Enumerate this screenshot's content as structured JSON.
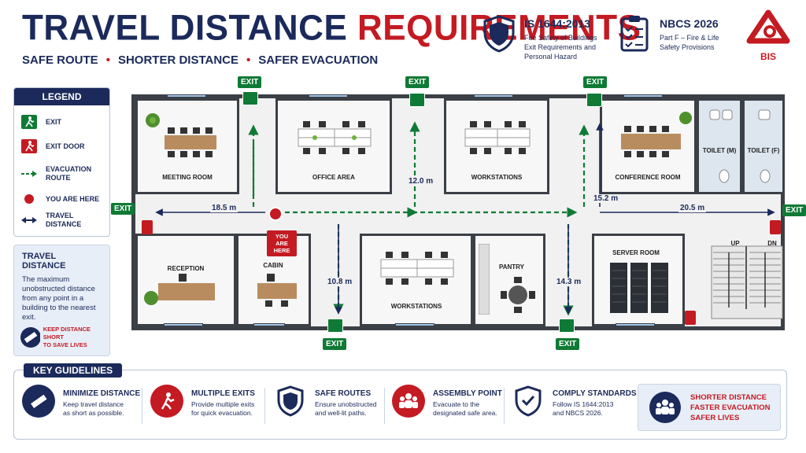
{
  "header": {
    "title_part1": "TRAVEL DISTANCE ",
    "title_part2": "REQUIREMENTS",
    "subtitle": [
      "SAFE ROUTE",
      "SHORTER DISTANCE",
      "SAFER EVACUATION"
    ],
    "standards": [
      {
        "name": "IS 1644:2013",
        "desc": [
          "Fire Safety of Buildings",
          "Exit Requirements and",
          "Personal Hazard"
        ]
      },
      {
        "name": "NBCS 2026",
        "desc": [
          "Part F – Fire & Life",
          "Safety Provisions"
        ]
      }
    ],
    "logo_label": "BIS"
  },
  "legend": {
    "title": "LEGEND",
    "items": [
      {
        "label": "EXIT"
      },
      {
        "label": "EXIT DOOR"
      },
      {
        "label": "EVACUATION ROUTE"
      },
      {
        "label": "YOU ARE HERE"
      },
      {
        "label": "TRAVEL DISTANCE"
      }
    ]
  },
  "travel_distance_box": {
    "title": "TRAVEL DISTANCE",
    "text": "The maximum unobstructed distance from any point in a building to the nearest exit.",
    "keep_line1": "KEEP DISTANCE SHORT",
    "keep_line2": "TO SAVE LIVES"
  },
  "plan": {
    "rooms": [
      "MEETING ROOM",
      "OFFICE AREA",
      "WORKSTATIONS",
      "CONFERENCE ROOM",
      "TOILET (M)",
      "TOILET (F)",
      "RECEPTION",
      "CABIN",
      "WORKSTATIONS",
      "PANTRY",
      "SERVER ROOM"
    ],
    "stairs_up": "UP",
    "stairs_down": "DN",
    "exit_label": "EXIT",
    "you_are_here": "YOU ARE HERE",
    "distances": [
      "18.5 m",
      "12.0 m",
      "15.2 m",
      "20.5 m",
      "10.8 m",
      "14.3 m"
    ]
  },
  "guidelines": {
    "title": "KEY GUIDELINES",
    "items": [
      {
        "title": "MINIMIZE DISTANCE",
        "desc": [
          "Keep travel distance",
          "as short as possible."
        ]
      },
      {
        "title": "MULTIPLE EXITS",
        "desc": [
          "Provide multiple exits",
          "for quick evacuation."
        ]
      },
      {
        "title": "SAFE ROUTES",
        "desc": [
          "Ensure unobstructed",
          "and well-lit paths."
        ]
      },
      {
        "title": "ASSEMBLY POINT",
        "desc": [
          "Evacuate to the",
          "designated safe area."
        ]
      },
      {
        "title": "COMPLY STANDARDS",
        "desc": [
          "Follow IS 1644:2013",
          "and NBCS 2026."
        ]
      }
    ],
    "final": [
      "SHORTER DISTANCE",
      "FASTER EVACUATION",
      "SAFER LIVES"
    ]
  },
  "colors": {
    "navy": "#1b2a5a",
    "red": "#c41a22",
    "green": "#0f7a35"
  }
}
